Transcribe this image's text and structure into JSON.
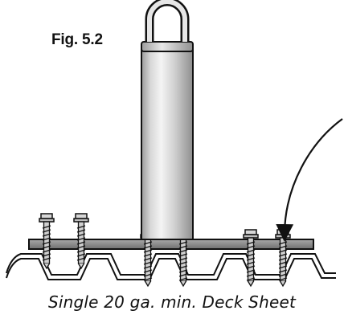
{
  "figure": {
    "label": "Fig. 5.2",
    "caption": "Single 20 ga. min. Deck Sheet"
  },
  "colors": {
    "ink": "#111111",
    "post_light": "#f2f2f2",
    "post_mid": "#c9c9c9",
    "post_dark": "#8e8e8e",
    "plate": "#8a8a8a",
    "screw": "#d7d7d7"
  },
  "icons": {
    "anchor_ring": "u-shaped-lifting-eye",
    "pointer": "curved-arrow"
  }
}
